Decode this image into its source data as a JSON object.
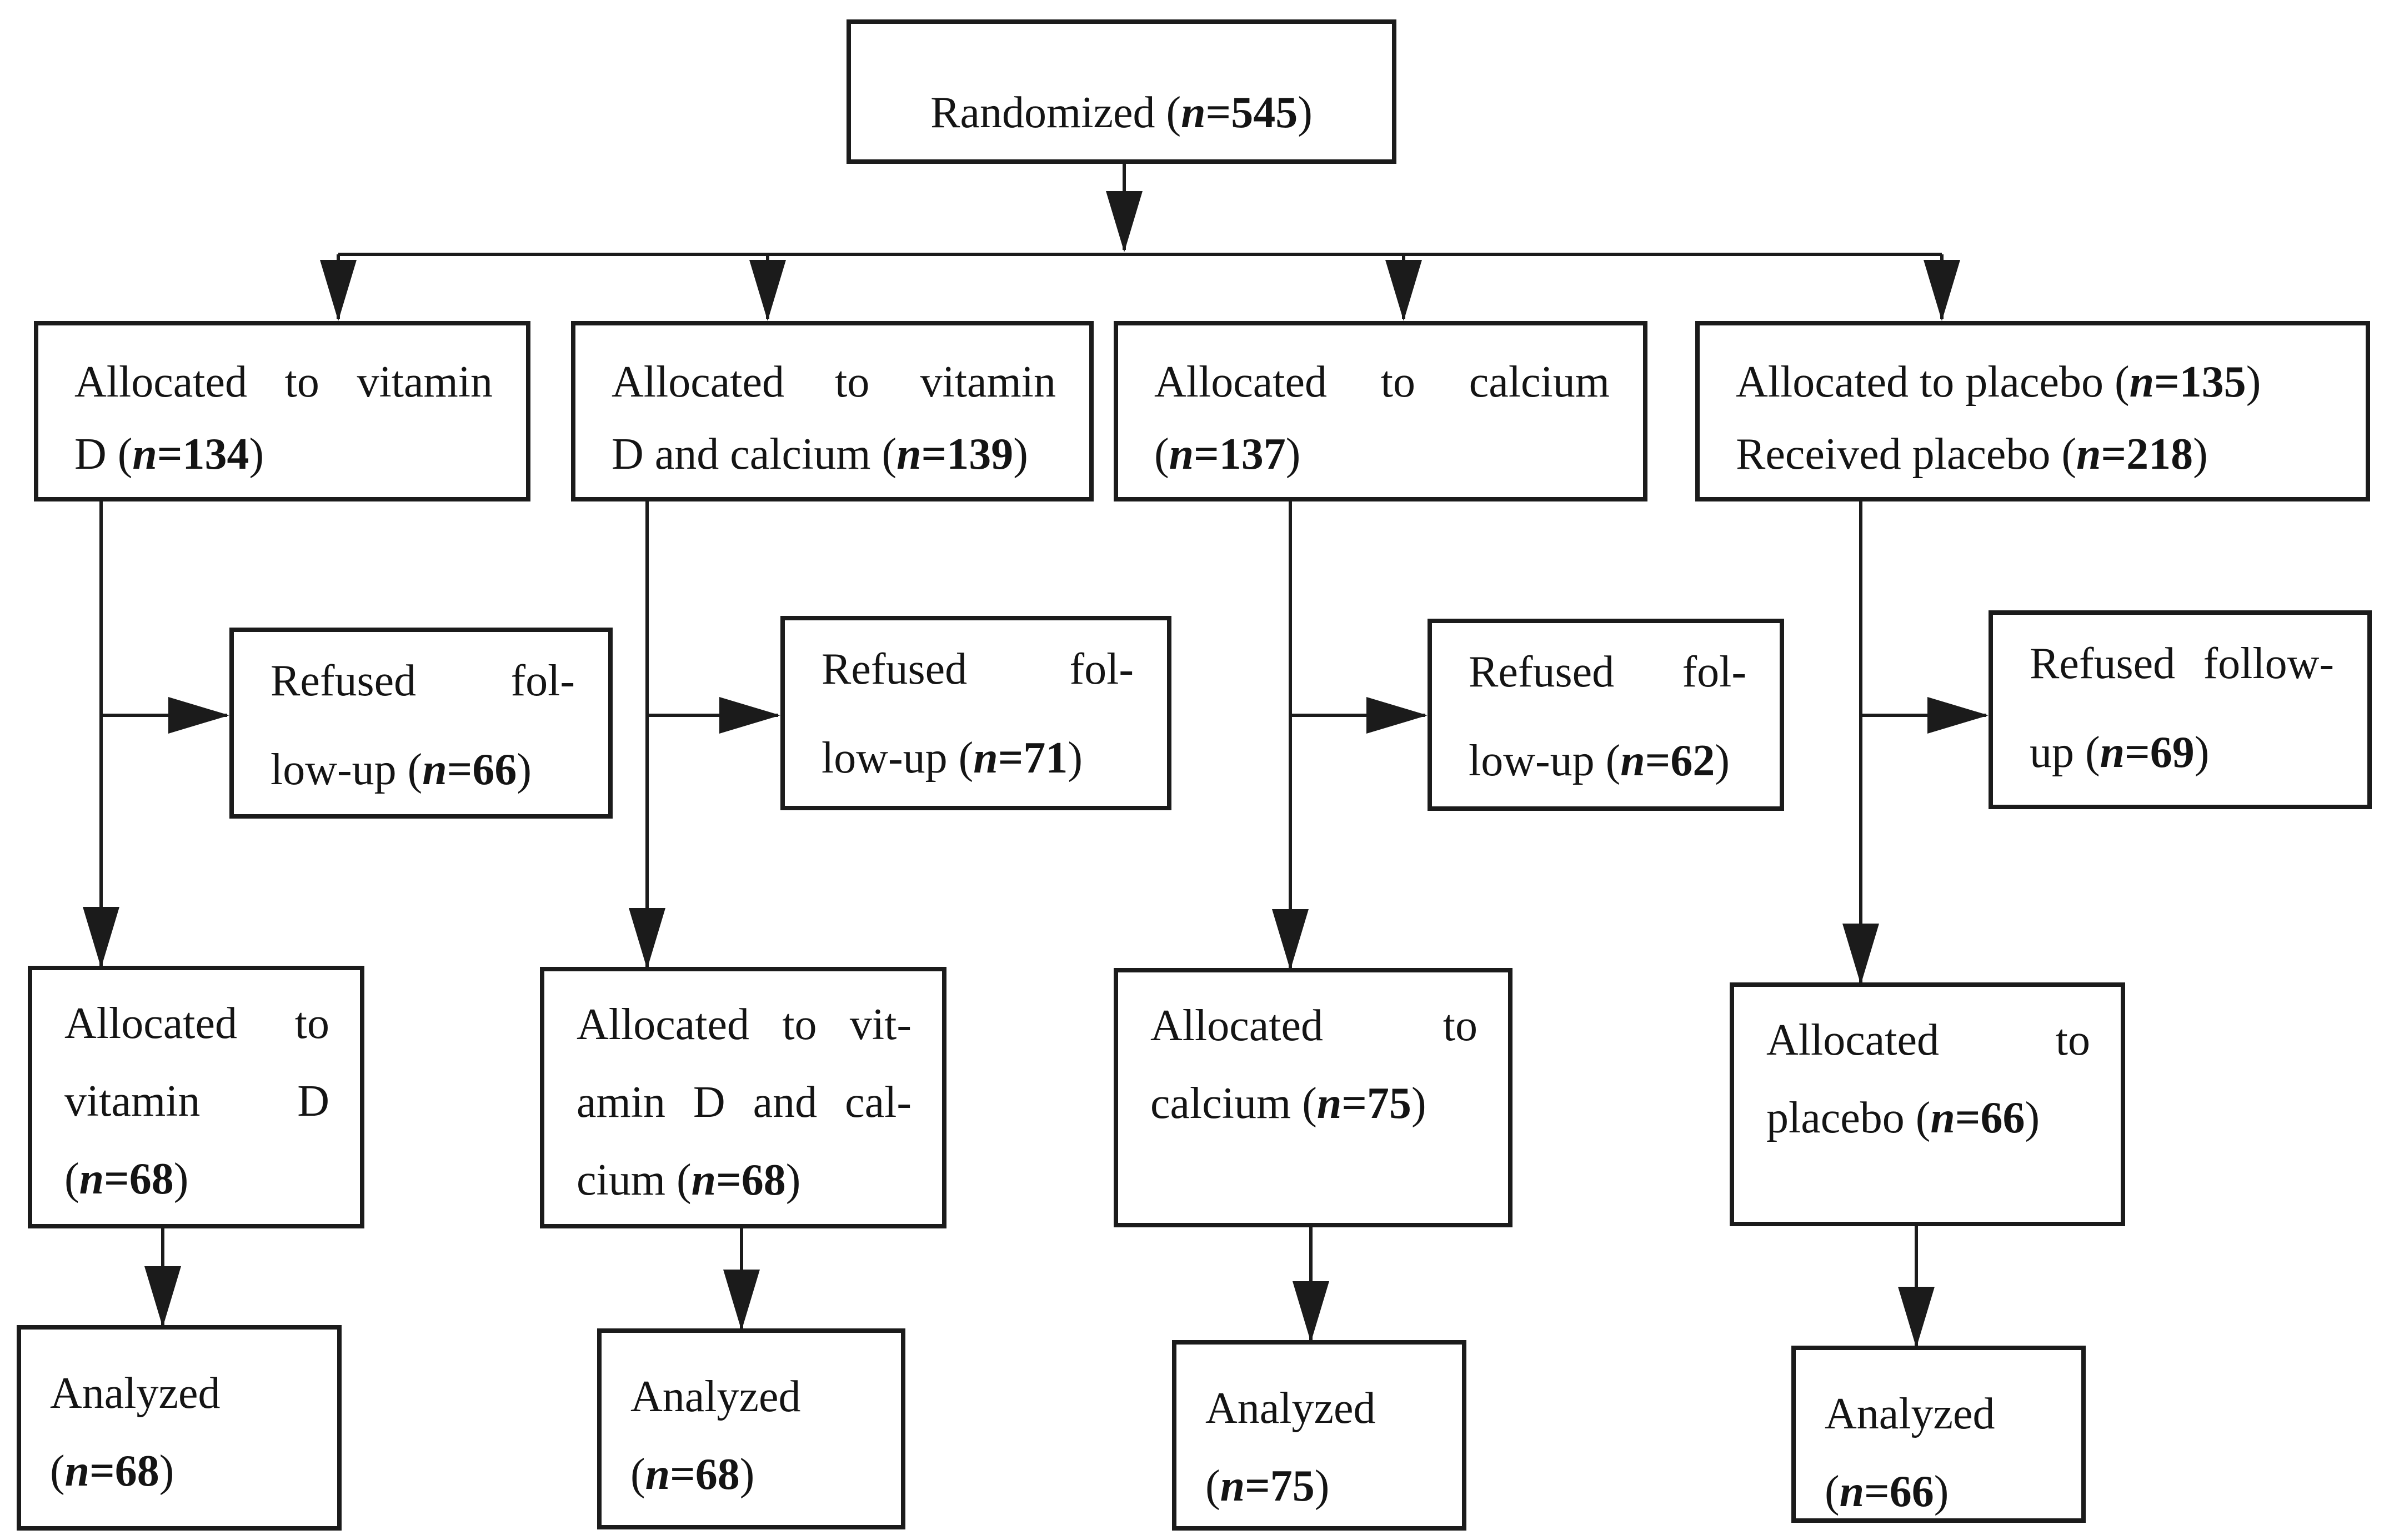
{
  "colors": {
    "ink": "#1b1b1b",
    "background": "#ffffff"
  },
  "flow": {
    "randomized": {
      "l1": "Randomized (n=545)"
    },
    "alloc1": {
      "l1": "Allocated to vitamin",
      "l2": "D (n=134)"
    },
    "alloc2": {
      "l1": "Allocated to vitamin",
      "l2": "D and calcium (n=139)"
    },
    "alloc3": {
      "l1": "Allocated to calcium",
      "l2": "(n=137)"
    },
    "alloc4": {
      "l1": "Allocated to placebo (n=135)",
      "l2": "Received placebo (n=218)"
    },
    "refused1": {
      "l1": "Refused fol-",
      "l2": "low-up (n=66)"
    },
    "refused2": {
      "l1": "Refused fol-",
      "l2": "low-up (n=71)"
    },
    "refused3": {
      "l1": "Refused fol-",
      "l2": "low-up (n=62)"
    },
    "refused4": {
      "l1": "Refused follow-",
      "l2": "up (n=69)"
    },
    "followup1": {
      "l1": "Allocated to",
      "l2": "vitamin D",
      "l3": "(n=68)"
    },
    "followup2": {
      "l1": "Allocated to vit-",
      "l2": "amin D and cal-",
      "l3": "cium (n=68)"
    },
    "followup3": {
      "l1": "Allocated to",
      "l2": "calcium (n=75)"
    },
    "followup4": {
      "l1": "Allocated to",
      "l2": "placebo (n=66)"
    },
    "analyzed1": {
      "l1": "Analyzed",
      "l2": "(n=68)"
    },
    "analyzed2": {
      "l1": "Analyzed",
      "l2": "(n=68)"
    },
    "analyzed3": {
      "l1": "Analyzed",
      "l2": "(n=75)"
    },
    "analyzed4": {
      "l1": "Analyzed",
      "l2": "(n=66)"
    }
  }
}
